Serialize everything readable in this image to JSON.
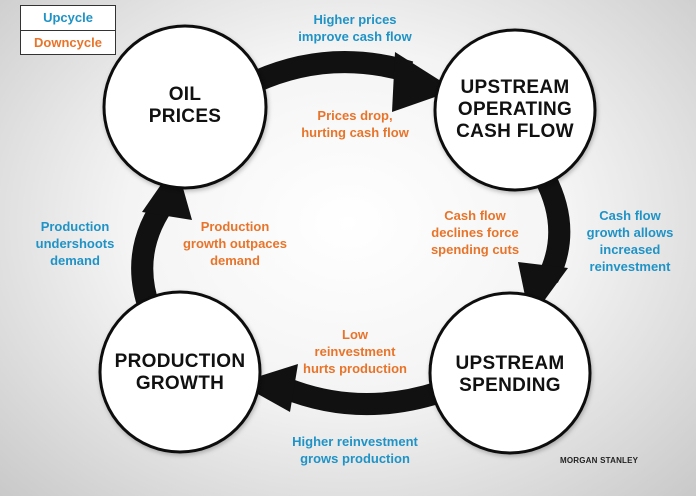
{
  "legend": {
    "upcycle": "Upcycle",
    "downcycle": "Downcycle",
    "colors": {
      "upcycle": "#1f93c6",
      "downcycle": "#e8742a"
    }
  },
  "nodes": {
    "oil_prices": "OIL\nPRICES",
    "upstream_operating_cash_flow": "UPSTREAM\nOPERATING\nCASH FLOW",
    "upstream_spending": "UPSTREAM\nSPENDING",
    "production_growth": "PRODUCTION\nGROWTH"
  },
  "annotations": {
    "top_up": "Higher prices\nimprove cash flow",
    "top_down": "Prices drop,\nhurting cash flow",
    "right_down": "Cash flow\ndeclines force\nspending cuts",
    "right_up": "Cash flow\ngrowth allows\nincreased\nreinvestment",
    "bottom_down": "Low\nreinvestment\nhurts production",
    "bottom_up": "Higher reinvestment\ngrows production",
    "left_up": "Production\nundershoots\ndemand",
    "left_down": "Production\ngrowth outpaces\ndemand"
  },
  "credit": "MORGAN STANLEY"
}
